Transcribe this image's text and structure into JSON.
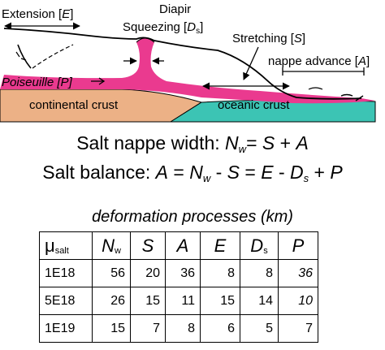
{
  "diagram": {
    "labels": {
      "extension": "Extension [",
      "extension_symbol": "E",
      "extension_close": "]",
      "diapir": "Diapir",
      "squeezing": "Squeezing [",
      "squeezing_symbol": "D",
      "squeezing_sub": "s",
      "squeezing_close": "]",
      "stretching": "Stretching [",
      "stretching_symbol": "S",
      "stretching_close": "]",
      "nappe_advance": "nappe advance [",
      "nappe_symbol": "A",
      "nappe_close": "]",
      "poiseuille": "Poiseuille [",
      "poiseuille_symbol": "P",
      "poiseuille_close": "]",
      "continental_crust": "continental crust",
      "oceanic_crust": "oceanic crust"
    },
    "colors": {
      "salt": "#ea3a8f",
      "continental_crust": "#ecb186",
      "oceanic_crust": "#3cc4b4",
      "line": "#000000"
    }
  },
  "formulas": {
    "width": {
      "prefix": "Salt nappe width: ",
      "n": "N",
      "w": "w",
      "eq": "= ",
      "s": "S",
      "plus": " + ",
      "a": "A"
    },
    "balance": {
      "prefix": "Salt balance: ",
      "a": "A",
      "eq1": " = ",
      "n": "N",
      "w": "w",
      "minus1": " - ",
      "s": "S",
      "eq2": " = ",
      "e": "E",
      "minus2": " - ",
      "d": "D",
      "ds": "s",
      "plus": " + ",
      "p": "P"
    }
  },
  "table": {
    "caption": "deformation processes (km)",
    "headers": {
      "mu": "μ",
      "mu_sub": "salt",
      "nw": "N",
      "nw_sub": "w",
      "s": "S",
      "a": "A",
      "e": "E",
      "ds": "D",
      "ds_sub": "s",
      "p": "P"
    },
    "rows": [
      {
        "mu": "1E18",
        "nw": "56",
        "s": "20",
        "a": "36",
        "e": "8",
        "ds": "8",
        "p": "36"
      },
      {
        "mu": "5E18",
        "nw": "26",
        "s": "15",
        "a": "11",
        "e": "15",
        "ds": "14",
        "p": "10"
      },
      {
        "mu": "1E19",
        "nw": "15",
        "s": "7",
        "a": "8",
        "e": "6",
        "ds": "5",
        "p": "7"
      }
    ]
  }
}
